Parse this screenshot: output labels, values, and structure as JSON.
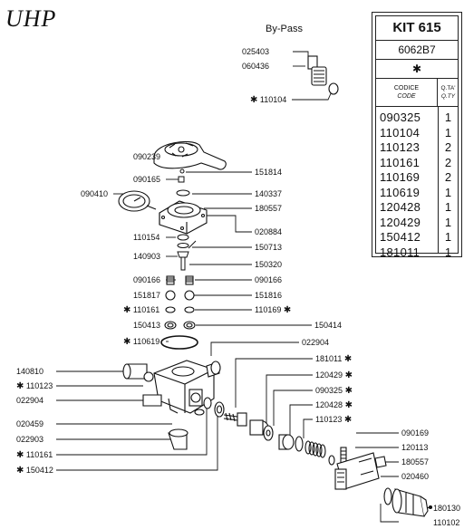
{
  "brand": "UHP",
  "bypass_label": "By-Pass",
  "labels": {
    "l025403": "025403",
    "l060436": "060436",
    "l110104": "110104",
    "l090239": "090239",
    "l090165": "090165",
    "l151814": "151814",
    "l090410": "090410",
    "l140337": "140337",
    "l180557a": "180557",
    "l020884": "020884",
    "l110154": "110154",
    "l150713": "150713",
    "l140903": "140903",
    "l150320": "150320",
    "l090166a": "090166",
    "l090166b": "090166",
    "l151817": "151817",
    "l151816": "151816",
    "l110161a": "110161",
    "l110169": "110169",
    "l150413": "150413",
    "l150414": "150414",
    "l110619": "110619",
    "l022904a": "022904",
    "l181011": "181011",
    "l140810": "140810",
    "l120429": "120429",
    "l110123a": "110123",
    "l090325": "090325",
    "l022904b": "022904",
    "l120428": "120428",
    "l110123b": "110123",
    "l020459": "020459",
    "l090169": "090169",
    "l022903": "022903",
    "l120113": "120113",
    "l110161b": "110161",
    "l180557b": "180557",
    "l150412": "150412",
    "l020460": "020460",
    "l180130": "180130",
    "l110102": "110102"
  },
  "kit": {
    "title": "KIT 615",
    "subtitle": "6062B7",
    "star": "✱",
    "col_code_it": "CODICE",
    "col_code_en": "CODE",
    "col_qty_it": "Q.TA'",
    "col_qty_en": "Q.TY",
    "items": [
      {
        "code": "090325",
        "qty": "1"
      },
      {
        "code": "110104",
        "qty": "1"
      },
      {
        "code": "110123",
        "qty": "2"
      },
      {
        "code": "110161",
        "qty": "2"
      },
      {
        "code": "110169",
        "qty": "2"
      },
      {
        "code": "110619",
        "qty": "1"
      },
      {
        "code": "120428",
        "qty": "1"
      },
      {
        "code": "120429",
        "qty": "1"
      },
      {
        "code": "150412",
        "qty": "1"
      },
      {
        "code": "181011",
        "qty": "1"
      }
    ]
  }
}
